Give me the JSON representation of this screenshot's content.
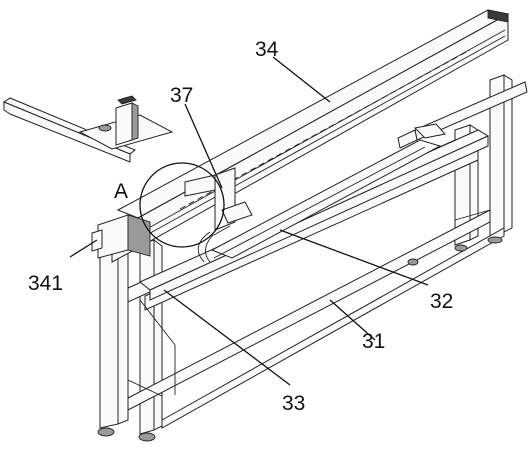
{
  "labels": {
    "main_rail": "34",
    "slide_block": "37",
    "detail_ref": "A",
    "motor": "341",
    "cable_chain": "32",
    "frame": "31",
    "crossbeam": "33"
  }
}
